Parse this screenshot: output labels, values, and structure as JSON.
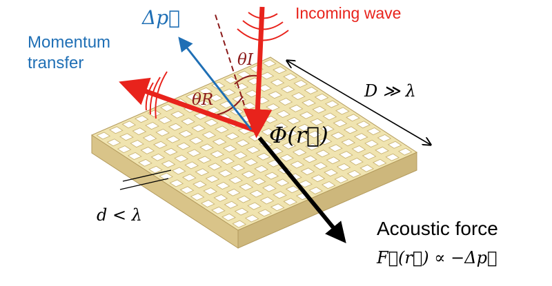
{
  "labels": {
    "incoming_wave": "Incoming wave",
    "momentum_symbol": "Δp⃗",
    "momentum_transfer_line1": "Momentum",
    "momentum_transfer_line2": "transfer",
    "theta_incidence": "θI",
    "theta_reflection": "θR",
    "phase_profile": "Φ(r⃗)",
    "size_relation": "D ≫ λ",
    "cell_relation": "d < λ",
    "force_title": "Acoustic force",
    "force_formula": "F⃗(r⃗) ∝ −Δp⃗"
  },
  "colors": {
    "incoming": "#e8231c",
    "reflected": "#e8231c",
    "momentum": "#1f6fb5",
    "force": "#000000",
    "angle_label": "#8b1a1a",
    "normal_line": "#8b1a1a",
    "metasurface_top": "#f0e4b0",
    "metasurface_side": "#d9c489",
    "metasurface_grid": "#c9b374"
  }
}
